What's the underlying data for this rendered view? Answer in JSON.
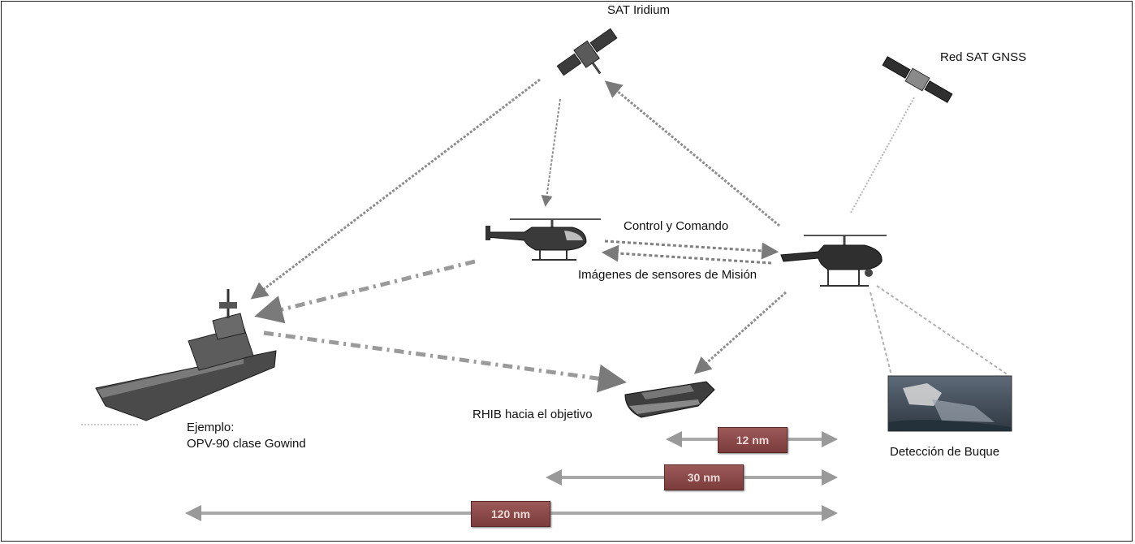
{
  "labels": {
    "sat_iridium": "SAT Iridium",
    "red_sat_gnss": "Red SAT GNSS",
    "control_comando": "Control y Comando",
    "imagenes_sensores": "Imágenes de sensores de Misión",
    "rhib": "RHIB  hacia el objetivo",
    "ejemplo_line1": "Ejemplo:",
    "ejemplo_line2": "OPV-90 clase Gowind",
    "deteccion_buque": "Detección de Buque"
  },
  "ranges": [
    {
      "label": "12 nm"
    },
    {
      "label": "30 nm"
    },
    {
      "label": "120 nm"
    }
  ],
  "icons": {
    "satellite": "satellite-icon",
    "helicopter": "helicopter-icon",
    "drone_helicopter": "uav-helicopter-icon",
    "ship": "ship-icon",
    "boat": "boat-icon",
    "detected_ship_photo": "ship-detection-photo"
  },
  "colors": {
    "arrow": "#8a8a8a",
    "range_box": "#8a4a48",
    "range_text": "#e9d7d4"
  }
}
